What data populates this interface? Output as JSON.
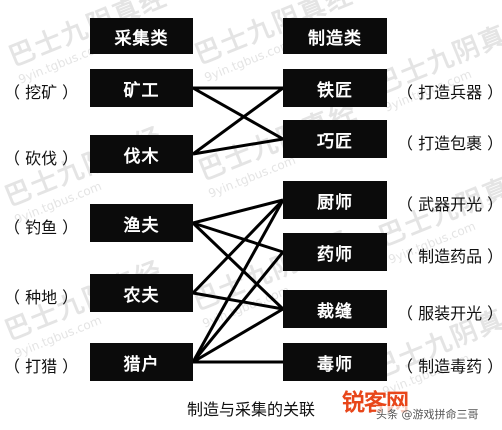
{
  "headers": {
    "left": "采集类",
    "right": "制造类"
  },
  "gathering": [
    {
      "id": "miner",
      "label": "矿工",
      "side": "（ 挖矿 ）"
    },
    {
      "id": "lumberjack",
      "label": "伐木",
      "side": "（ 砍伐 ）"
    },
    {
      "id": "fisher",
      "label": "渔夫",
      "side": "（ 钓鱼 ）"
    },
    {
      "id": "farmer",
      "label": "农夫",
      "side": "（ 种地 ）"
    },
    {
      "id": "hunter",
      "label": "猎户",
      "side": "（ 打猎 ）"
    }
  ],
  "crafting": [
    {
      "id": "blacksmith",
      "label": "铁匠",
      "side": "（ 打造兵器 ）"
    },
    {
      "id": "artisan",
      "label": "巧匠",
      "side": "（ 打造包裹 ）"
    },
    {
      "id": "chef",
      "label": "厨师",
      "side": "（ 武器开光 ）"
    },
    {
      "id": "pharmacist",
      "label": "药师",
      "side": "（ 制造药品 ）"
    },
    {
      "id": "tailor",
      "label": "裁缝",
      "side": "（ 服装开光 ）"
    },
    {
      "id": "poisoner",
      "label": "毒师",
      "side": "（ 制造毒药 ）"
    }
  ],
  "links": [
    [
      "miner",
      "blacksmith"
    ],
    [
      "miner",
      "artisan"
    ],
    [
      "lumberjack",
      "blacksmith"
    ],
    [
      "lumberjack",
      "artisan"
    ],
    [
      "fisher",
      "chef"
    ],
    [
      "fisher",
      "pharmacist"
    ],
    [
      "fisher",
      "tailor"
    ],
    [
      "farmer",
      "chef"
    ],
    [
      "farmer",
      "tailor"
    ],
    [
      "hunter",
      "chef"
    ],
    [
      "hunter",
      "pharmacist"
    ],
    [
      "hunter",
      "tailor"
    ],
    [
      "hunter",
      "poisoner"
    ]
  ],
  "caption": "制造与采集的关联",
  "watermark": {
    "text": "巴士九阴真经",
    "url": "9yin.tgbus.com"
  },
  "logo_text": "锐客网",
  "credit": "头条 @游戏拼命三哥"
}
